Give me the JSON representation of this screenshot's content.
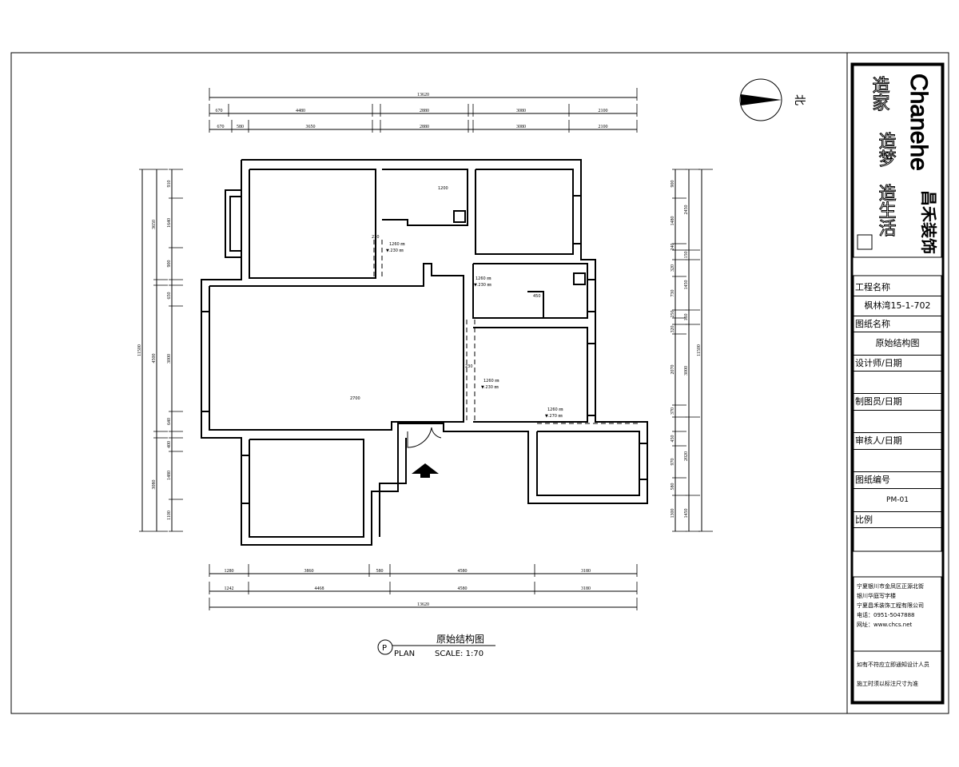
{
  "drawing": {
    "title_cn": "原始结构图",
    "plan_marker": "P",
    "plan_label": "PLAN",
    "scale_label": "SCALE: 1:70",
    "north_label": "北",
    "dimensions": {
      "top_total": "13620",
      "top_row1": [
        "670",
        "4480",
        "2880",
        "3080",
        "2100"
      ],
      "top_row2": [
        "670",
        "580",
        "3650",
        "2880",
        "3080",
        "2100"
      ],
      "bottom_row1": [
        "1280",
        "3860",
        "580",
        "4580",
        "3180"
      ],
      "bottom_row2": [
        "1242",
        "4468",
        "4580",
        "3180"
      ],
      "bottom_total": "13620",
      "left_total": "11500",
      "left_row1": [
        "3650",
        "4500",
        "3080"
      ],
      "left_row2": [
        "910",
        "1640",
        "900",
        "650",
        "3000",
        "640",
        "400",
        "1480",
        "1100"
      ],
      "right_row1": [
        "900",
        "1480",
        "240",
        "320",
        "730",
        "250",
        "320",
        "2070",
        "370",
        "450",
        "970",
        "580",
        "1300"
      ],
      "right_row2": [
        "2450",
        "150",
        "1450",
        "150",
        "3000",
        "2020",
        "1450"
      ],
      "right_total": "11500"
    },
    "annotations": {
      "room_a": [
        "1260 ㎜",
        "▼.230 ㎜"
      ],
      "room_b": [
        "1260 ㎜",
        "▼.230 ㎜"
      ],
      "room_c": [
        "1260 ㎜",
        "▼.230 ㎜"
      ],
      "room_d": [
        "1260 ㎜",
        "▼.270 ㎜"
      ],
      "living_level": "2700",
      "bath_dim": "1200",
      "beam_a": "230",
      "beam_b": "230",
      "kitchen_dim": "450"
    }
  },
  "title_block": {
    "logo_brand_en": "Chanehe",
    "logo_brand_cn": "昌禾装饰",
    "logo_slogan": [
      "造家",
      "造梦",
      "造生活"
    ],
    "project_name_label": "工程名称",
    "project_name_value": "枫林湾15-1-702",
    "drawing_name_label": "图纸名称",
    "drawing_name_value": "原始结构图",
    "designer_label": "设计师/日期",
    "drafter_label": "制图员/日期",
    "checker_label": "审核人/日期",
    "drawing_no_label": "图纸编号",
    "drawing_no_value": "PM-01",
    "scale_label": "比例",
    "company": {
      "address1": "宁夏银川市金凤区正源北街",
      "address2": "银川华庭写字楼",
      "name": "宁夏昌禾装饰工程有限公司",
      "phone": "电话：0951-5047888",
      "web": "网址：www.chcs.net",
      "note1": "如有不符应立即通知设计人员",
      "note2": "施工时须以标注尺寸为准"
    }
  }
}
